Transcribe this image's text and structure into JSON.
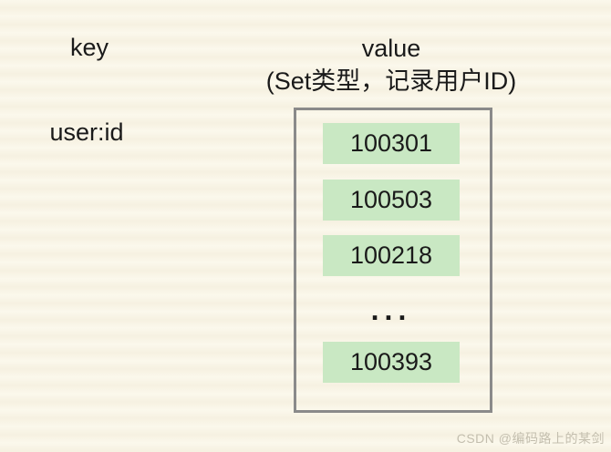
{
  "diagram": {
    "header": {
      "key_label": "key",
      "value_label": "value",
      "value_subtitle": "(Set类型，记录用户ID)"
    },
    "key_column": {
      "entry": "user:id"
    },
    "value_box": {
      "members": [
        "100301",
        "100503",
        "100218",
        "100393"
      ],
      "ellipsis": "..."
    },
    "colors": {
      "background": "#fbf8ec",
      "background_stripe": "#f6f1e1",
      "member_fill": "#c9e8c3",
      "box_border": "#8a8a8a",
      "text": "#1a1a1a",
      "watermark": "#c3beae"
    }
  },
  "watermark": {
    "text": "CSDN @编码路上的某剑"
  }
}
